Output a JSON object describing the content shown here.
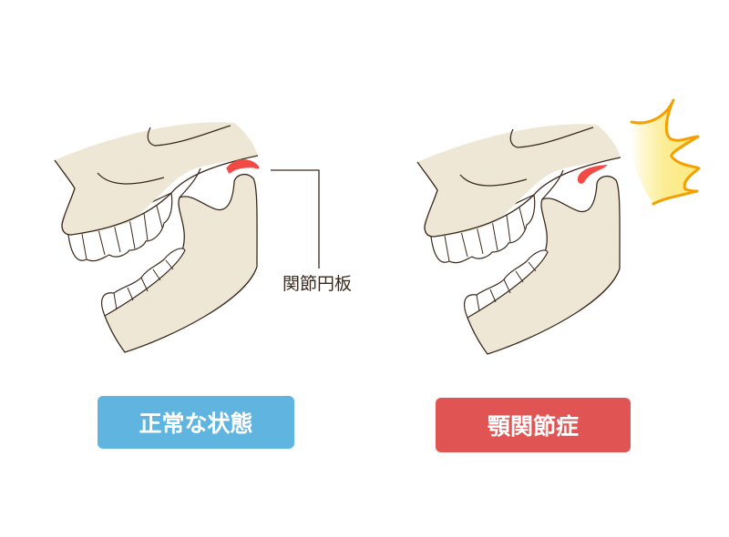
{
  "annotation": {
    "label": "関節円板"
  },
  "panels": [
    {
      "caption": "正常な状態",
      "color": "#5fb4e0"
    },
    {
      "caption": "顎関節症",
      "color": "#e05554"
    }
  ],
  "colors": {
    "bone": "#efe7d6",
    "outline": "#3a2a1e",
    "disc": "#f24a45",
    "burst_stroke": "#f5a000",
    "burst_fill": "#fbe97a"
  }
}
